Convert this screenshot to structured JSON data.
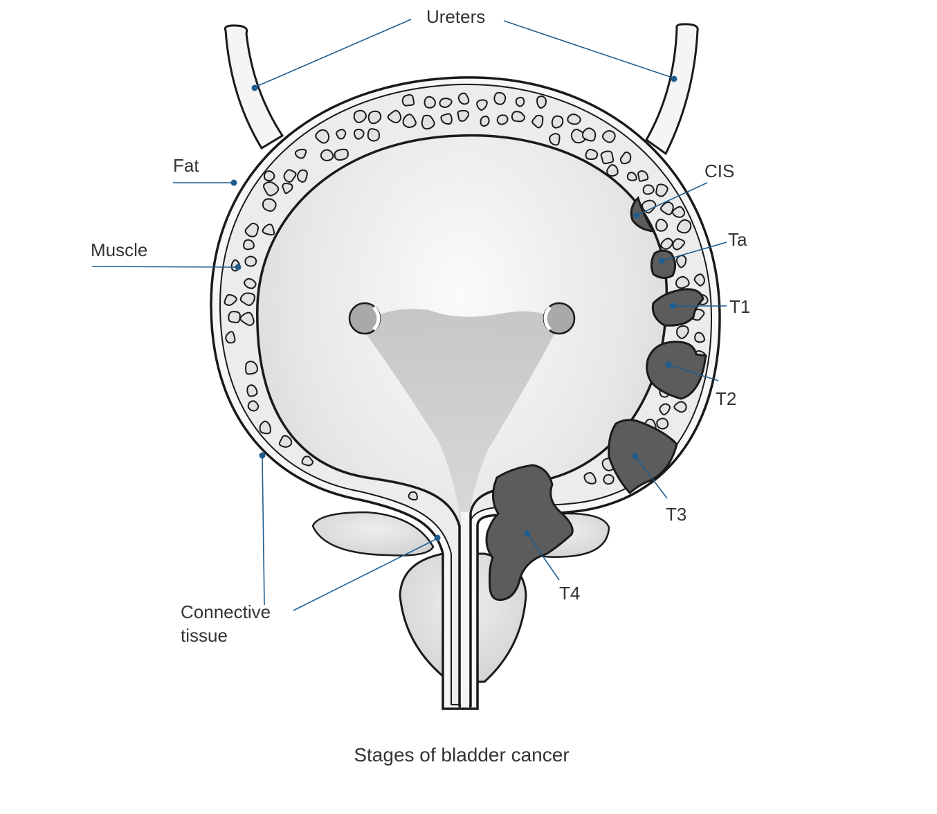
{
  "diagram": {
    "caption": "Stages of bladder cancer",
    "colors": {
      "outline": "#1a1a1a",
      "wall": "#e9e9e9",
      "cell": "#e2e2e2",
      "tumor": "#5c5c5c",
      "lumen_light": "#fafafa",
      "lumen_dark": "#c6c6c6",
      "trigone": "#bdbdbd",
      "leader": "#1f5d8f"
    },
    "labels": {
      "ureters": "Ureters",
      "fat": "Fat",
      "muscle": "Muscle",
      "connective_line1": "Connective",
      "connective_line2": "tissue",
      "cis": "CIS",
      "ta": "Ta",
      "t1": "T1",
      "t2": "T2",
      "t3": "T3",
      "t4": "T4"
    }
  }
}
